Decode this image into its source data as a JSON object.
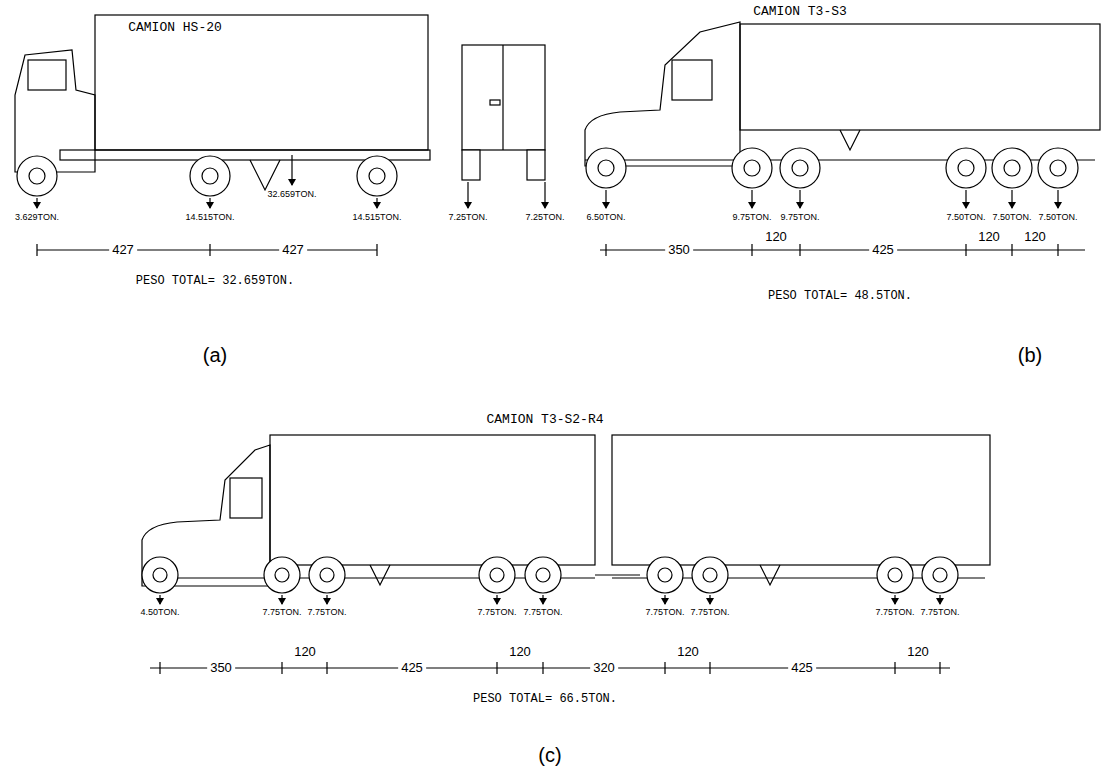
{
  "diagram": {
    "labels": [
      "CAMION HS-20",
      "3.629TON.",
      "14.515TON.",
      "32.659TON.",
      "14.515TON.",
      "427",
      "427",
      "PESO TOTAL= 32.659TON.",
      "7.25TON.",
      "7.25TON.",
      "(a)",
      "CAMION T3-S3",
      "6.50TON.",
      "9.75TON.",
      "9.75TON.",
      "7.50TON.",
      "7.50TON.",
      "7.50TON.",
      "350",
      "120",
      "425",
      "120",
      "120",
      "PESO TOTAL= 48.5TON.",
      "(b)",
      "CAMION T3-S2-R4",
      "4.50TON.",
      "7.75TON.",
      "7.75TON.",
      "7.75TON.",
      "7.75TON.",
      "7.75TON.",
      "7.75TON.",
      "7.75TON.",
      "7.75TON.",
      "350",
      "120",
      "425",
      "120",
      "320",
      "120",
      "425",
      "120",
      "PESO TOTAL= 66.5TON.",
      "(c)"
    ]
  }
}
